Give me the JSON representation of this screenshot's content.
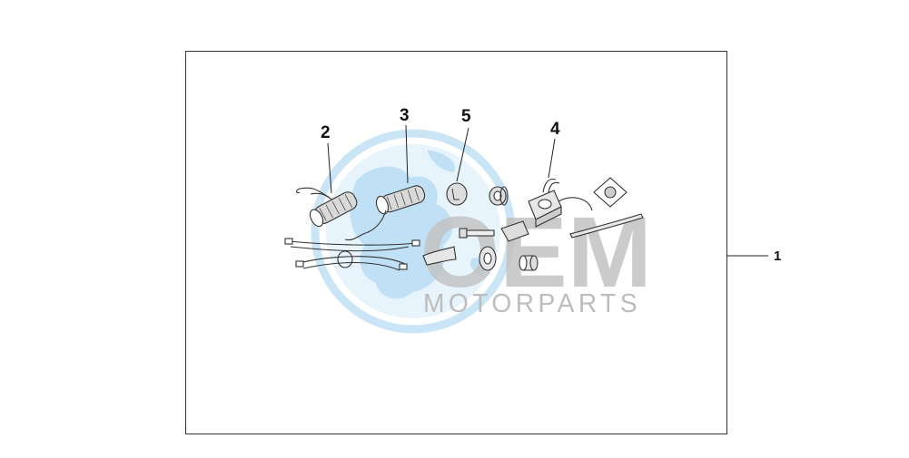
{
  "callouts": {
    "assembly": "1",
    "grip_left": "2",
    "grip_right": "3",
    "switch_unit": "4",
    "cap": "5"
  },
  "watermark": {
    "brand": "OEM",
    "tagline": "MOTORPARTS"
  },
  "icons": {
    "globe": "globe-watermark-icon"
  },
  "colors": {
    "frame": "#333333",
    "globe": "#7fc0ea",
    "watermark_text": "#c2c2c2",
    "part_fill": "#d9d9d9",
    "line": "#222222"
  }
}
